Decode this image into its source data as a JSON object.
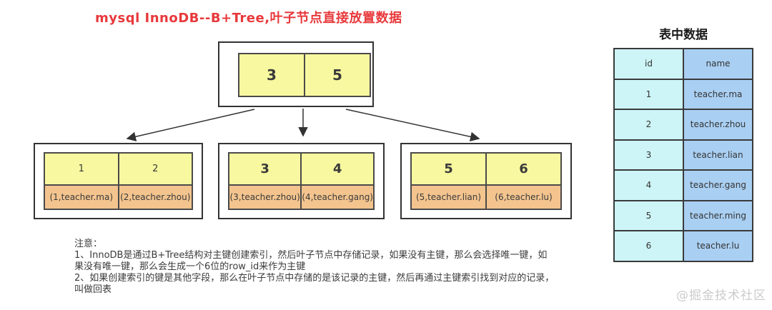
{
  "title": "mysql InnoDB--B+Tree,叶子节点直接放置数据",
  "colors": {
    "title_red": "#E8393C",
    "key_yellow": "#F8F8A0",
    "record_orange": "#F4C48E",
    "id_column_cyan": "#CDF4F6",
    "name_column_blue": "#A9CFF2",
    "border_dark": "#3A3A3A",
    "watermark_gray": "#CBCBCB"
  },
  "tree": {
    "root": {
      "keys": [
        "3",
        "5"
      ]
    },
    "leaves": [
      {
        "keys": [
          "1",
          "2"
        ],
        "records": [
          "(1,teacher.ma)",
          "(2,teacher.zhou)"
        ]
      },
      {
        "keys": [
          "3",
          "4"
        ],
        "records": [
          "(3,teacher.zhou)",
          "(4,teacher.gang)"
        ]
      },
      {
        "keys": [
          "5",
          "6"
        ],
        "records": [
          "(5,teacher.lian)",
          "(6,teacher.lu)"
        ]
      }
    ]
  },
  "notes": {
    "heading": "注意：",
    "lines": [
      "1、InnoDB是通过B+Tree结构对主键创建索引，然后叶子节点中存储记录，如果没有主键，那么会选择唯一键，如",
      "果没有唯一键，那么会生成一个6位的row_id来作为主键",
      "2、如果创建索引的键是其他字段，那么在叶子节点中存储的是该记录的主键，然后再通过主键索引找到对应的记录，",
      "叫做回表"
    ]
  },
  "side_table": {
    "title": "表中数据",
    "columns": [
      "id",
      "name"
    ],
    "rows": [
      [
        "1",
        "teacher.ma"
      ],
      [
        "2",
        "teacher.zhou"
      ],
      [
        "3",
        "teacher.lian"
      ],
      [
        "4",
        "teacher.gang"
      ],
      [
        "5",
        "teacher.ming"
      ],
      [
        "6",
        "teacher.lu"
      ]
    ]
  },
  "watermark": "@掘金技术社区"
}
